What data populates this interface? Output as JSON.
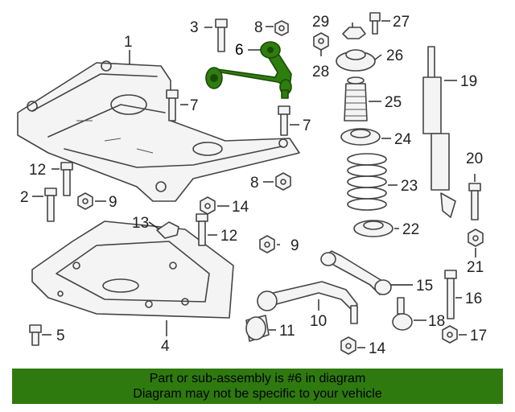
{
  "highlight_color": "#2f7a0f",
  "callouts": {
    "c1": "1",
    "c2": "2",
    "c3": "3",
    "c4": "4",
    "c5": "5",
    "c6": "6",
    "c7a": "7",
    "c7b": "7",
    "c8a": "8",
    "c8b": "8",
    "c9a": "9",
    "c9b": "9",
    "c10": "10",
    "c11": "11",
    "c12a": "12",
    "c12b": "12",
    "c13": "13",
    "c14a": "14",
    "c14b": "14",
    "c15": "15",
    "c16": "16",
    "c17": "17",
    "c18": "18",
    "c19": "19",
    "c20": "20",
    "c21": "21",
    "c22": "22",
    "c23": "23",
    "c24": "24",
    "c25": "25",
    "c26": "26",
    "c27": "27",
    "c28": "28",
    "c29": "29"
  },
  "banner": {
    "line1": "Part or sub-assembly is #6 in diagram",
    "line2": "Diagram may not be specific to your vehicle"
  }
}
